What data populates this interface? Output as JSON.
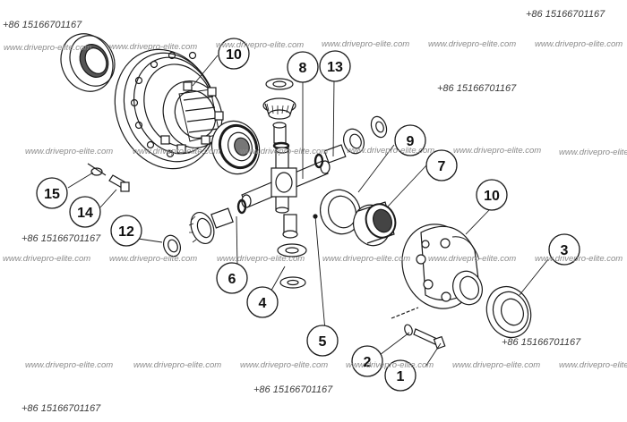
{
  "watermarks": {
    "phone": "+86 15166701167",
    "site": "www.drivepro-elite.com"
  },
  "callouts": [
    "1",
    "2",
    "3",
    "4",
    "5",
    "6",
    "7",
    "8",
    "9",
    "10",
    "10",
    "12",
    "13",
    "14",
    "15"
  ]
}
